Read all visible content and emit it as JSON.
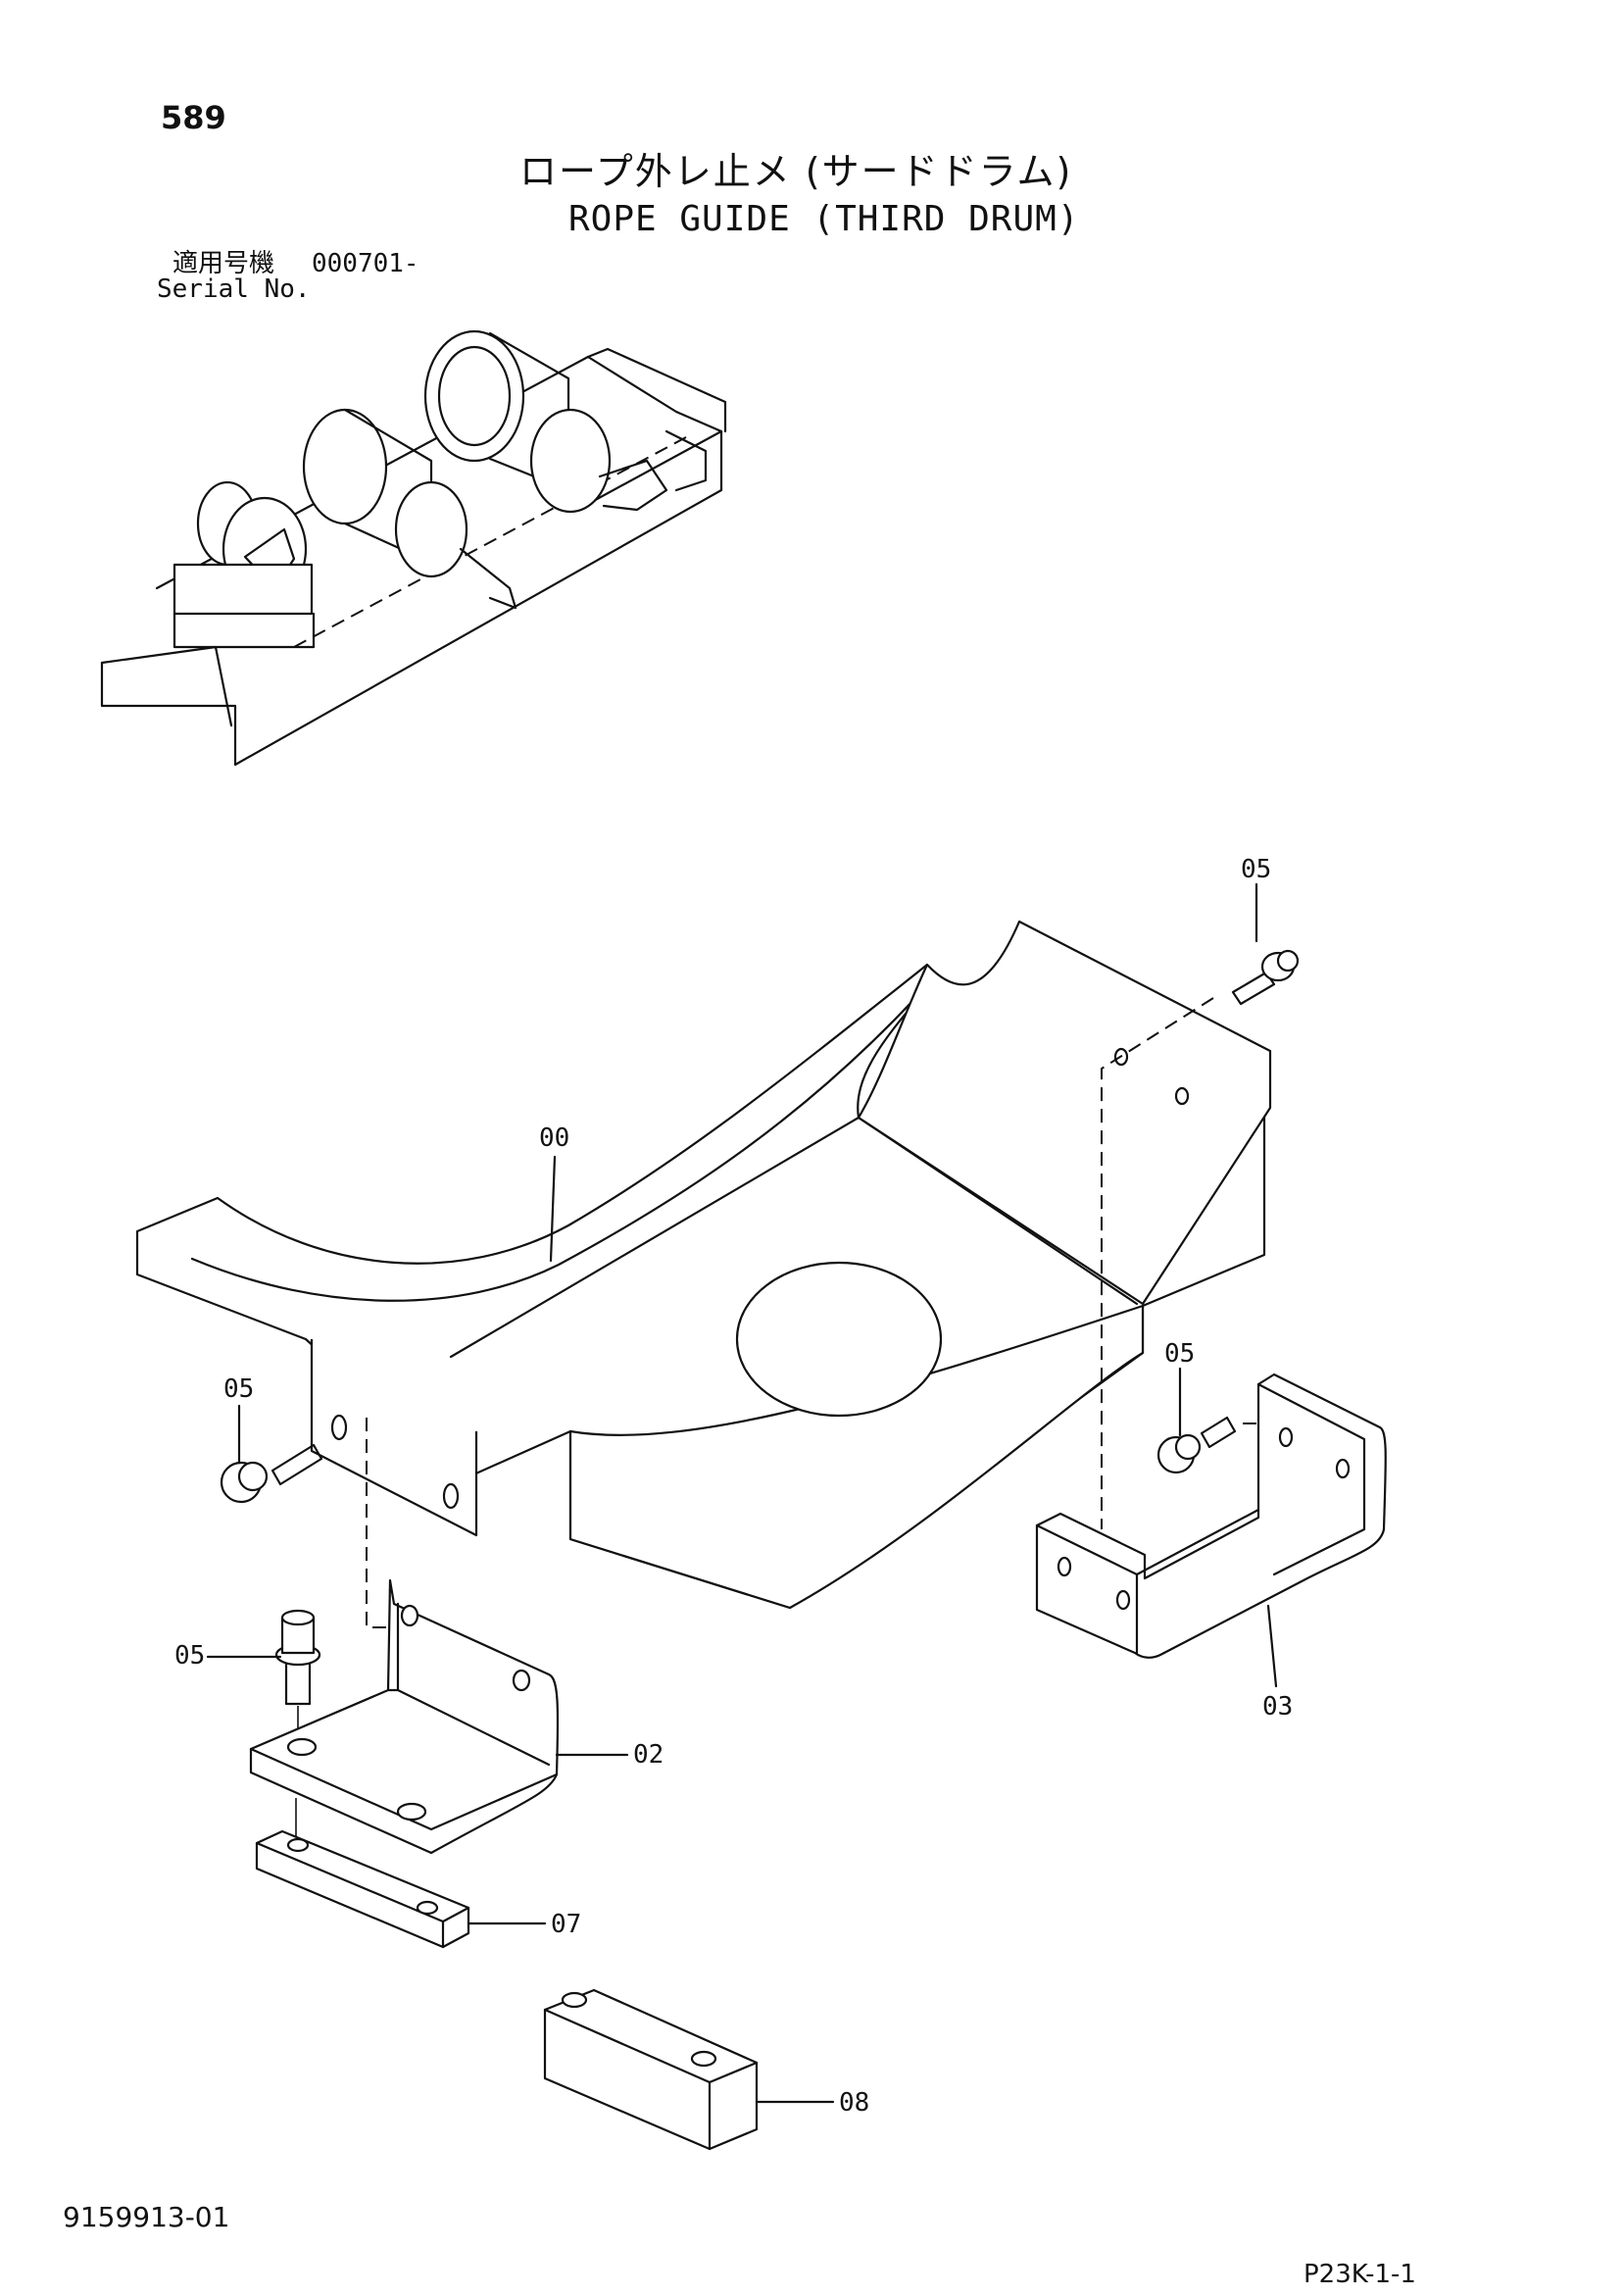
{
  "header": {
    "page_number": "589",
    "title_jp": "ロープ外レ止メ (サードドラム)",
    "title_en": "ROPE GUIDE (THIRD DRUM)",
    "serial_label_jp": "適用号機",
    "serial_value": "000701-",
    "serial_label_en": "Serial No."
  },
  "callouts": {
    "part_00": "00",
    "part_02": "02",
    "part_03": "03",
    "part_05_a": "05",
    "part_05_b": "05",
    "part_05_c": "05",
    "part_05_d": "05",
    "part_07": "07",
    "part_08": "08"
  },
  "footer": {
    "doc_id": "9159913-01",
    "page_code": "P23K-1-1"
  }
}
